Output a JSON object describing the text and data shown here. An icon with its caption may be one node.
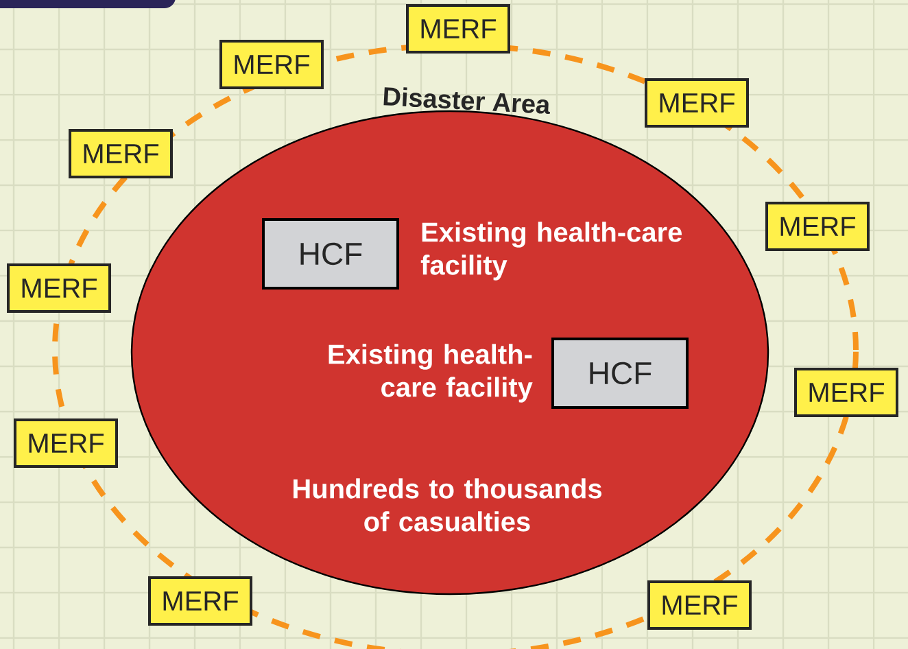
{
  "diagram": {
    "nodes": [
      {
        "text": [
          "Disaster Area",
          "Hundreds to thousands of casualties"
        ]
      },
      {
        "text": [
          "HCF"
        ],
        "in": 0,
        "beside": [
          "Existing health-care facility"
        ]
      },
      {
        "text": [
          "HCF"
        ],
        "in": 0,
        "beside": [
          "Existing health-care facility"
        ]
      },
      {
        "text": [
          "MERF"
        ]
      },
      {
        "text": [
          "MERF"
        ]
      },
      {
        "text": [
          "MERF"
        ]
      },
      {
        "text": [
          "MERF"
        ]
      },
      {
        "text": [
          "MERF"
        ]
      },
      {
        "text": [
          "MERF"
        ]
      },
      {
        "text": [
          "MERF"
        ]
      },
      {
        "text": [
          "MERF"
        ]
      },
      {
        "text": [
          "MERF"
        ]
      },
      {
        "text": [
          "MERF"
        ]
      }
    ]
  }
}
